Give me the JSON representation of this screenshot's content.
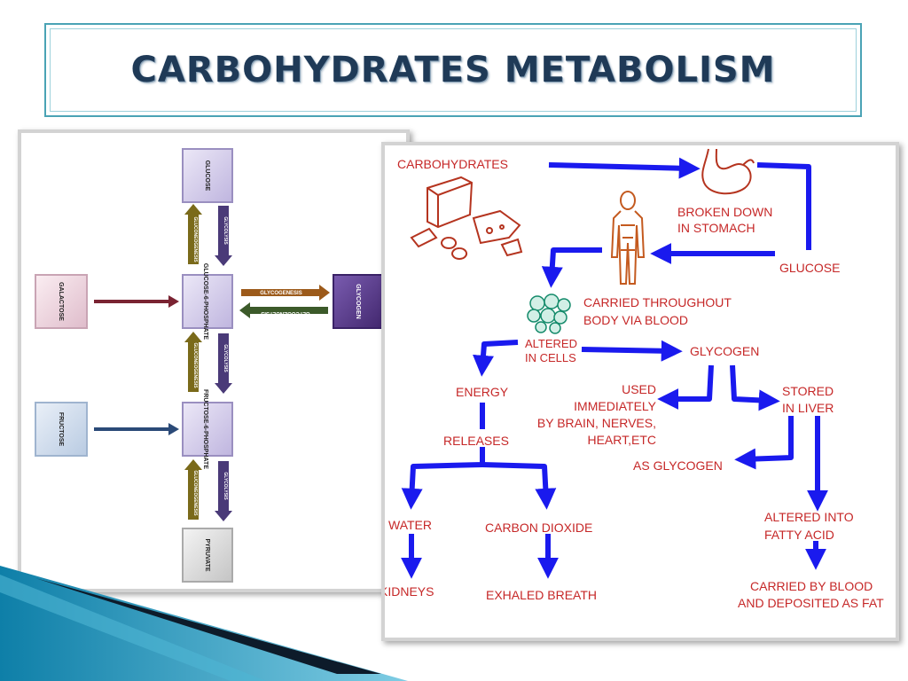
{
  "slide": {
    "title": "CARBOHYDRATES METABOLISM"
  },
  "left_diagram": {
    "nodes": {
      "glucose": "GLUCOSE",
      "glucose6p": "GLUCOSE-6-PHOSPHATE",
      "glycogen": "GLYCOGEN",
      "galactose": "GALACTOSE",
      "fructose": "FRUCTOSE",
      "fructose6p": "FRUCTOSE-6-PHOSPHATE",
      "pyruvate": "PYRUVATE"
    },
    "arrow_labels": {
      "glycolysis": "GLYCOLYSIS",
      "gluconeogenesis": "GLUCONEOGENESIS",
      "glycogenesis": "GLYCOGENESIS",
      "glycogenolysis": "GLYCOGENOLYSIS"
    },
    "colors": {
      "glucose_box": "#d9d3ee",
      "glycogen_box": "#5b3e8e",
      "galactose_box": "#f2dde4",
      "fructose_box": "#d6e1f0",
      "pyruvate_box": "#dedede",
      "down_arrow": "#4a3a78",
      "up_arrow": "#7a6a1a",
      "galactose_arrow": "#7a2332",
      "fructose_arrow": "#2b4a78",
      "glycogenesis_arrow": "#9c5a1a",
      "glycogenolysis_arrow": "#3c5a2a"
    }
  },
  "right_diagram": {
    "labels": {
      "carbohydrates": "CARBOHYDRATES",
      "broken_down": [
        "BROKEN DOWN",
        "IN STOMACH"
      ],
      "glucose": "GLUCOSE",
      "carried": [
        "CARRIED THROUGHOUT",
        "BODY VIA BLOOD"
      ],
      "altered_cells": [
        "ALTERED",
        "IN CELLS"
      ],
      "glycogen": "GLYCOGEN",
      "energy": "ENERGY",
      "used": [
        "USED",
        "IMMEDIATELY",
        "BY BRAIN, NERVES,",
        "HEART,ETC"
      ],
      "stored": [
        "STORED",
        "IN LIVER"
      ],
      "releases": "RELEASES",
      "as_glycogen": "AS GLYCOGEN",
      "water": "WATER",
      "carbon_dioxide": "CARBON DIOXIDE",
      "altered_fatty": [
        "ALTERED INTO",
        "FATTY ACID"
      ],
      "kidneys": "KIDNEYS",
      "exhaled": "EXHALED BREATH",
      "carried_blood": [
        "CARRIED BY BLOOD",
        "AND DEPOSITED AS FAT"
      ]
    },
    "icons": [
      "bread-and-cheese-icon",
      "stomach-icon",
      "human-body-icon",
      "cells-icon"
    ],
    "colors": {
      "arrow": "#1a1aee",
      "text": "#c62828",
      "illustration": "#b5341f"
    }
  }
}
